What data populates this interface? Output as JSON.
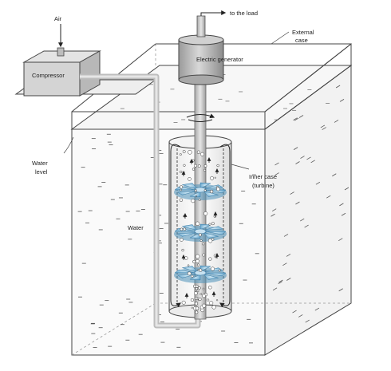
{
  "labels": {
    "air": "Air",
    "to_load": "to the load",
    "external_case_1": "External",
    "external_case_2": "case",
    "compressor": "Compressor",
    "generator": "Electric generator",
    "water_level_1": "Water",
    "water_level_2": "level",
    "inner_case_1": "Inner case",
    "inner_case_2": "(turbine)",
    "water": "Water"
  },
  "colors": {
    "line": "#333333",
    "pipe": "#c8c8c8",
    "generator": "#b8b8b8",
    "blade": "#8fc3e0",
    "blade_dark": "#4a8fb8",
    "water_dash": "#555555"
  },
  "icons": [
    "arrow-icon",
    "rotation-arrow-icon",
    "bubble-icon",
    "turbine-blade-icon"
  ]
}
